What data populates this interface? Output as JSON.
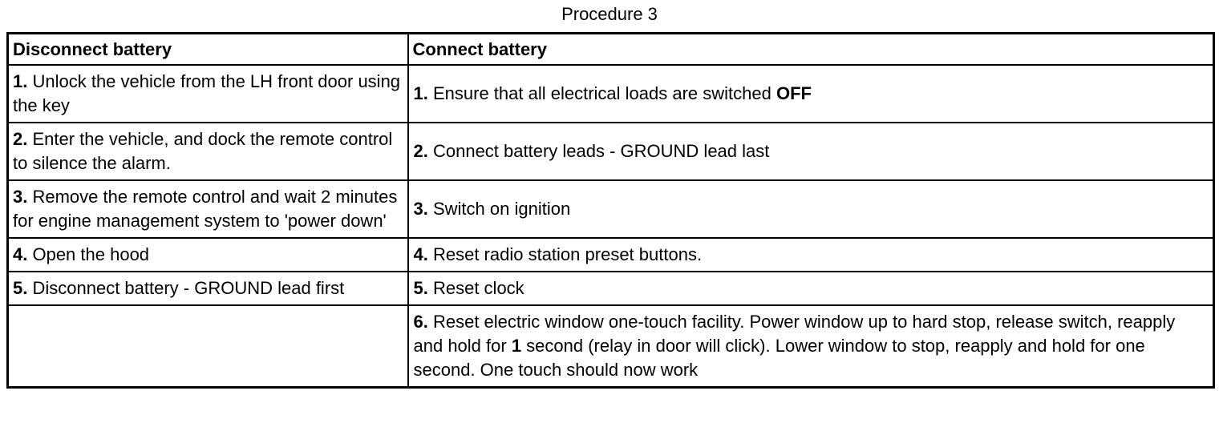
{
  "page": {
    "title": "Procedure 3"
  },
  "table": {
    "headers": [
      {
        "label": "Disconnect battery"
      },
      {
        "label": "Connect battery"
      }
    ],
    "rows": [
      {
        "left": [
          {
            "t": "1.",
            "b": true
          },
          {
            "t": " Unlock the vehicle from the LH front door using the key"
          }
        ],
        "right": [
          {
            "t": "1.",
            "b": true
          },
          {
            "t": " Ensure that all electrical loads are switched "
          },
          {
            "t": "OFF",
            "b": true
          }
        ]
      },
      {
        "left": [
          {
            "t": "2.",
            "b": true
          },
          {
            "t": " Enter the vehicle, and dock the remote control to silence the alarm."
          }
        ],
        "right": [
          {
            "t": "2.",
            "b": true
          },
          {
            "t": " Connect battery leads - GROUND lead last"
          }
        ]
      },
      {
        "left": [
          {
            "t": "3.",
            "b": true
          },
          {
            "t": " Remove the remote control and wait 2 minutes for engine management system to 'power down'"
          }
        ],
        "right": [
          {
            "t": "3.",
            "b": true
          },
          {
            "t": " Switch on ignition"
          }
        ]
      },
      {
        "left": [
          {
            "t": "4.",
            "b": true
          },
          {
            "t": " Open the hood"
          }
        ],
        "right": [
          {
            "t": "4.",
            "b": true
          },
          {
            "t": " Reset radio station preset buttons."
          }
        ]
      },
      {
        "left": [
          {
            "t": "5.",
            "b": true
          },
          {
            "t": " Disconnect battery - GROUND lead first"
          }
        ],
        "right": [
          {
            "t": "5.",
            "b": true
          },
          {
            "t": " Reset clock"
          }
        ]
      },
      {
        "left": [],
        "right": [
          {
            "t": "6.",
            "b": true
          },
          {
            "t": " Reset electric window one-touch facility. Power window up to hard stop, release switch, reapply and hold for "
          },
          {
            "t": "1",
            "b": true
          },
          {
            "t": " second (relay in door will click). Lower window to stop, reapply and hold for one second. One touch should now work"
          }
        ]
      }
    ]
  }
}
